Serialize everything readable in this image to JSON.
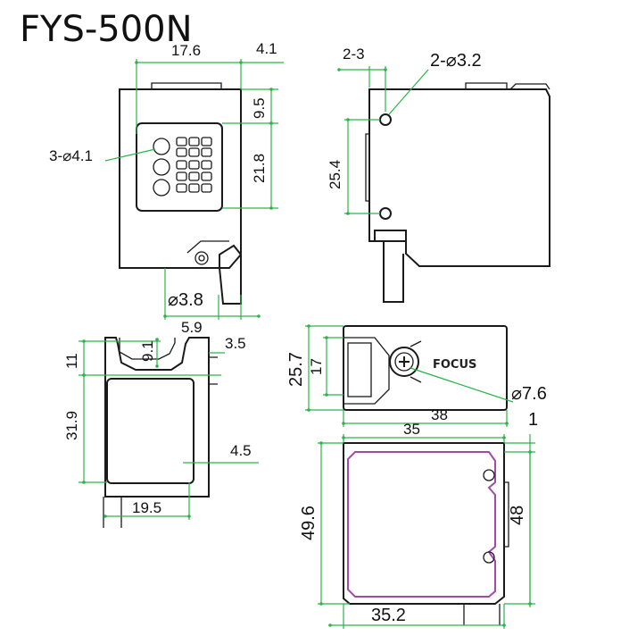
{
  "title": "FYS-500N",
  "views": {
    "front": {
      "width": "17.6",
      "offset_right": "4.1",
      "top_gap": "9.5",
      "window_height": "21.8",
      "indicator_holes": "3-⌀4.1",
      "cable_diameter": "⌀3.8",
      "cable_offset": "5.9"
    },
    "side": {
      "hole_pitch_label": "2-3",
      "mount_holes": "2-⌀3.2",
      "hole_spacing": "25.4"
    },
    "rear": {
      "top_block": "11",
      "notch_depth": "9.1",
      "notch_offset": "3.5",
      "window_height": "31.9",
      "side_offset": "4.5",
      "bottom_width": "19.5"
    },
    "top": {
      "height": "25.7",
      "inner": "17",
      "knob_diameter": "⌀7.6",
      "width": "38",
      "brand": "FOCUS"
    },
    "bottom": {
      "width_top": "35",
      "edge": "1",
      "height_outer": "49.6",
      "height_inner": "48",
      "width_bottom": "35.2"
    }
  }
}
